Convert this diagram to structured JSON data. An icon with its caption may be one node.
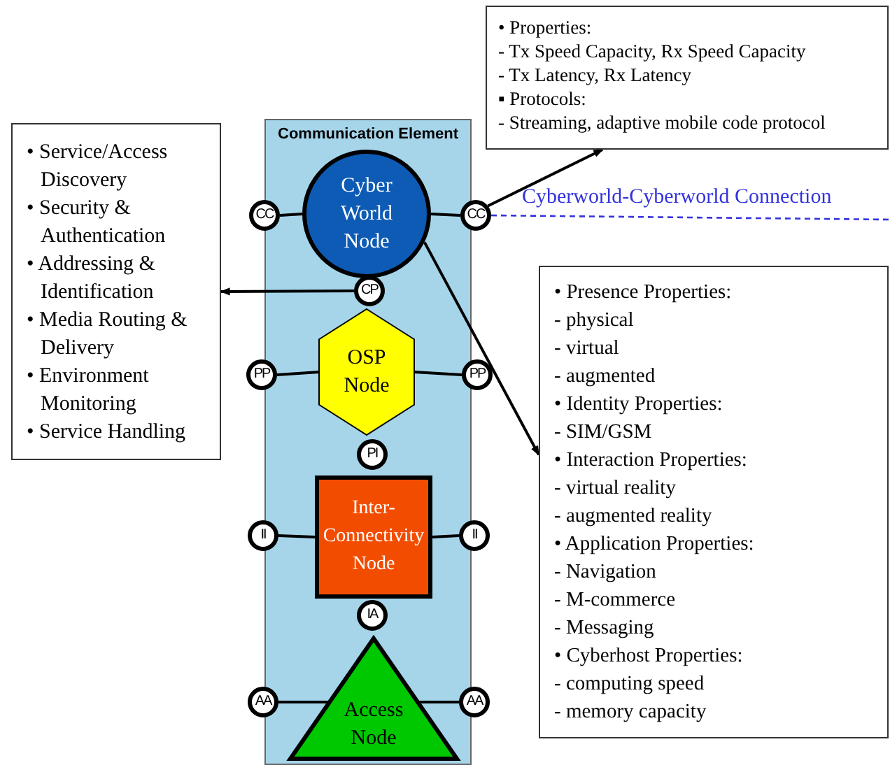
{
  "diagram": {
    "nodes": [
      {
        "text": [
          "Communication Element"
        ]
      },
      {
        "text": [
          "Cyber World Node"
        ],
        "in": 0
      },
      {
        "text": [
          "CC"
        ]
      },
      {
        "text": [
          "CC"
        ]
      },
      {
        "text": [
          "CP"
        ],
        "in": 0
      },
      {
        "text": [
          "OSP Node"
        ],
        "in": 0
      },
      {
        "text": [
          "PP"
        ]
      },
      {
        "text": [
          "PP"
        ]
      },
      {
        "text": [
          "PI"
        ],
        "in": 0
      },
      {
        "text": [
          "Inter-Connectivity Node"
        ],
        "in": 0
      },
      {
        "text": [
          "II"
        ]
      },
      {
        "text": [
          "II"
        ]
      },
      {
        "text": [
          "IA"
        ],
        "in": 0
      },
      {
        "text": [
          "Access Node"
        ],
        "in": 0
      },
      {
        "text": [
          "AA"
        ]
      },
      {
        "text": [
          "AA"
        ]
      },
      {
        "text": [
          "• Service/Access Discovery",
          "• Security & Authentication",
          "• Addressing & Identification",
          "• Media Routing & Delivery",
          "• Environment Monitoring",
          "• Service Handling"
        ]
      },
      {
        "text": [
          "• Properties:",
          "- Tx Speed Capacity, Rx Speed Capacity",
          "- Tx Latency, Rx Latency",
          "▪ Protocols:",
          "- Streaming, adaptive mobile code protocol"
        ]
      },
      {
        "text": [
          "• Presence Properties:",
          "- physical",
          "- virtual",
          "- augmented",
          "• Identity Properties:",
          "- SIM/GSM",
          "• Interaction Properties:",
          "- virtual reality",
          "- augmented reality",
          "• Application Properties:",
          "- Navigation",
          "- M-commerce",
          "- Messaging",
          "• Cyberhost Properties:",
          "- computing speed",
          "- memory capacity"
        ]
      }
    ],
    "edges": [
      {
        "from": 2,
        "to": 1,
        "arrow": "none"
      },
      {
        "from": 1,
        "to": 3,
        "arrow": "none"
      },
      {
        "from": 3,
        "to": 17,
        "arrow": "to"
      },
      {
        "from": 3,
        "to": null,
        "arrow": "none",
        "label": "Cyberworld-Cyberworld Connection",
        "style": "dashed",
        "color": "#3333dd"
      },
      {
        "from": 4,
        "to": 16,
        "arrow": "to"
      },
      {
        "from": 1,
        "to": 18,
        "arrow": "to"
      },
      {
        "from": 6,
        "to": 5,
        "arrow": "none"
      },
      {
        "from": 5,
        "to": 7,
        "arrow": "none"
      },
      {
        "from": 10,
        "to": 9,
        "arrow": "none"
      },
      {
        "from": 9,
        "to": 11,
        "arrow": "none"
      },
      {
        "from": 14,
        "to": 13,
        "arrow": "none"
      },
      {
        "from": 13,
        "to": 15,
        "arrow": "none"
      }
    ]
  }
}
